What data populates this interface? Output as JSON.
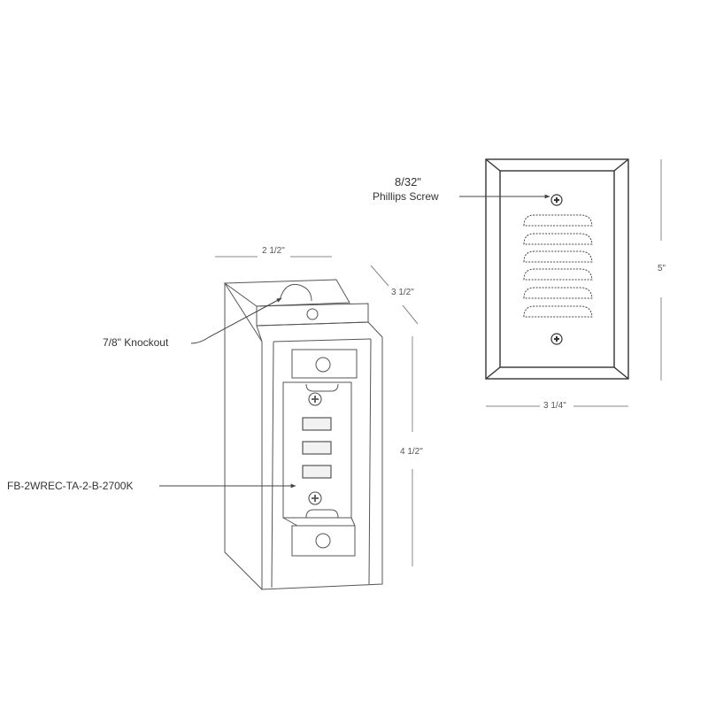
{
  "diagram": {
    "type": "technical-dimension-drawing",
    "colors": {
      "line": "#333333",
      "dim_line": "#888888",
      "text": "#333333"
    }
  },
  "box_view": {
    "callouts": {
      "knockout": "7/8\" Knockout",
      "product_code": "FB-2WREC-TA-2-B-2700K"
    },
    "dimensions": {
      "width": "2 1/2\"",
      "depth": "3 1/2\"",
      "height": "4 1/2\""
    }
  },
  "faceplate_view": {
    "callouts": {
      "screw_size": "8/32\"",
      "screw_type": "Phillips Screw"
    },
    "dimensions": {
      "width": "3 1/4\"",
      "height": "5\""
    },
    "louver_count": 6,
    "screw_count": 2
  }
}
